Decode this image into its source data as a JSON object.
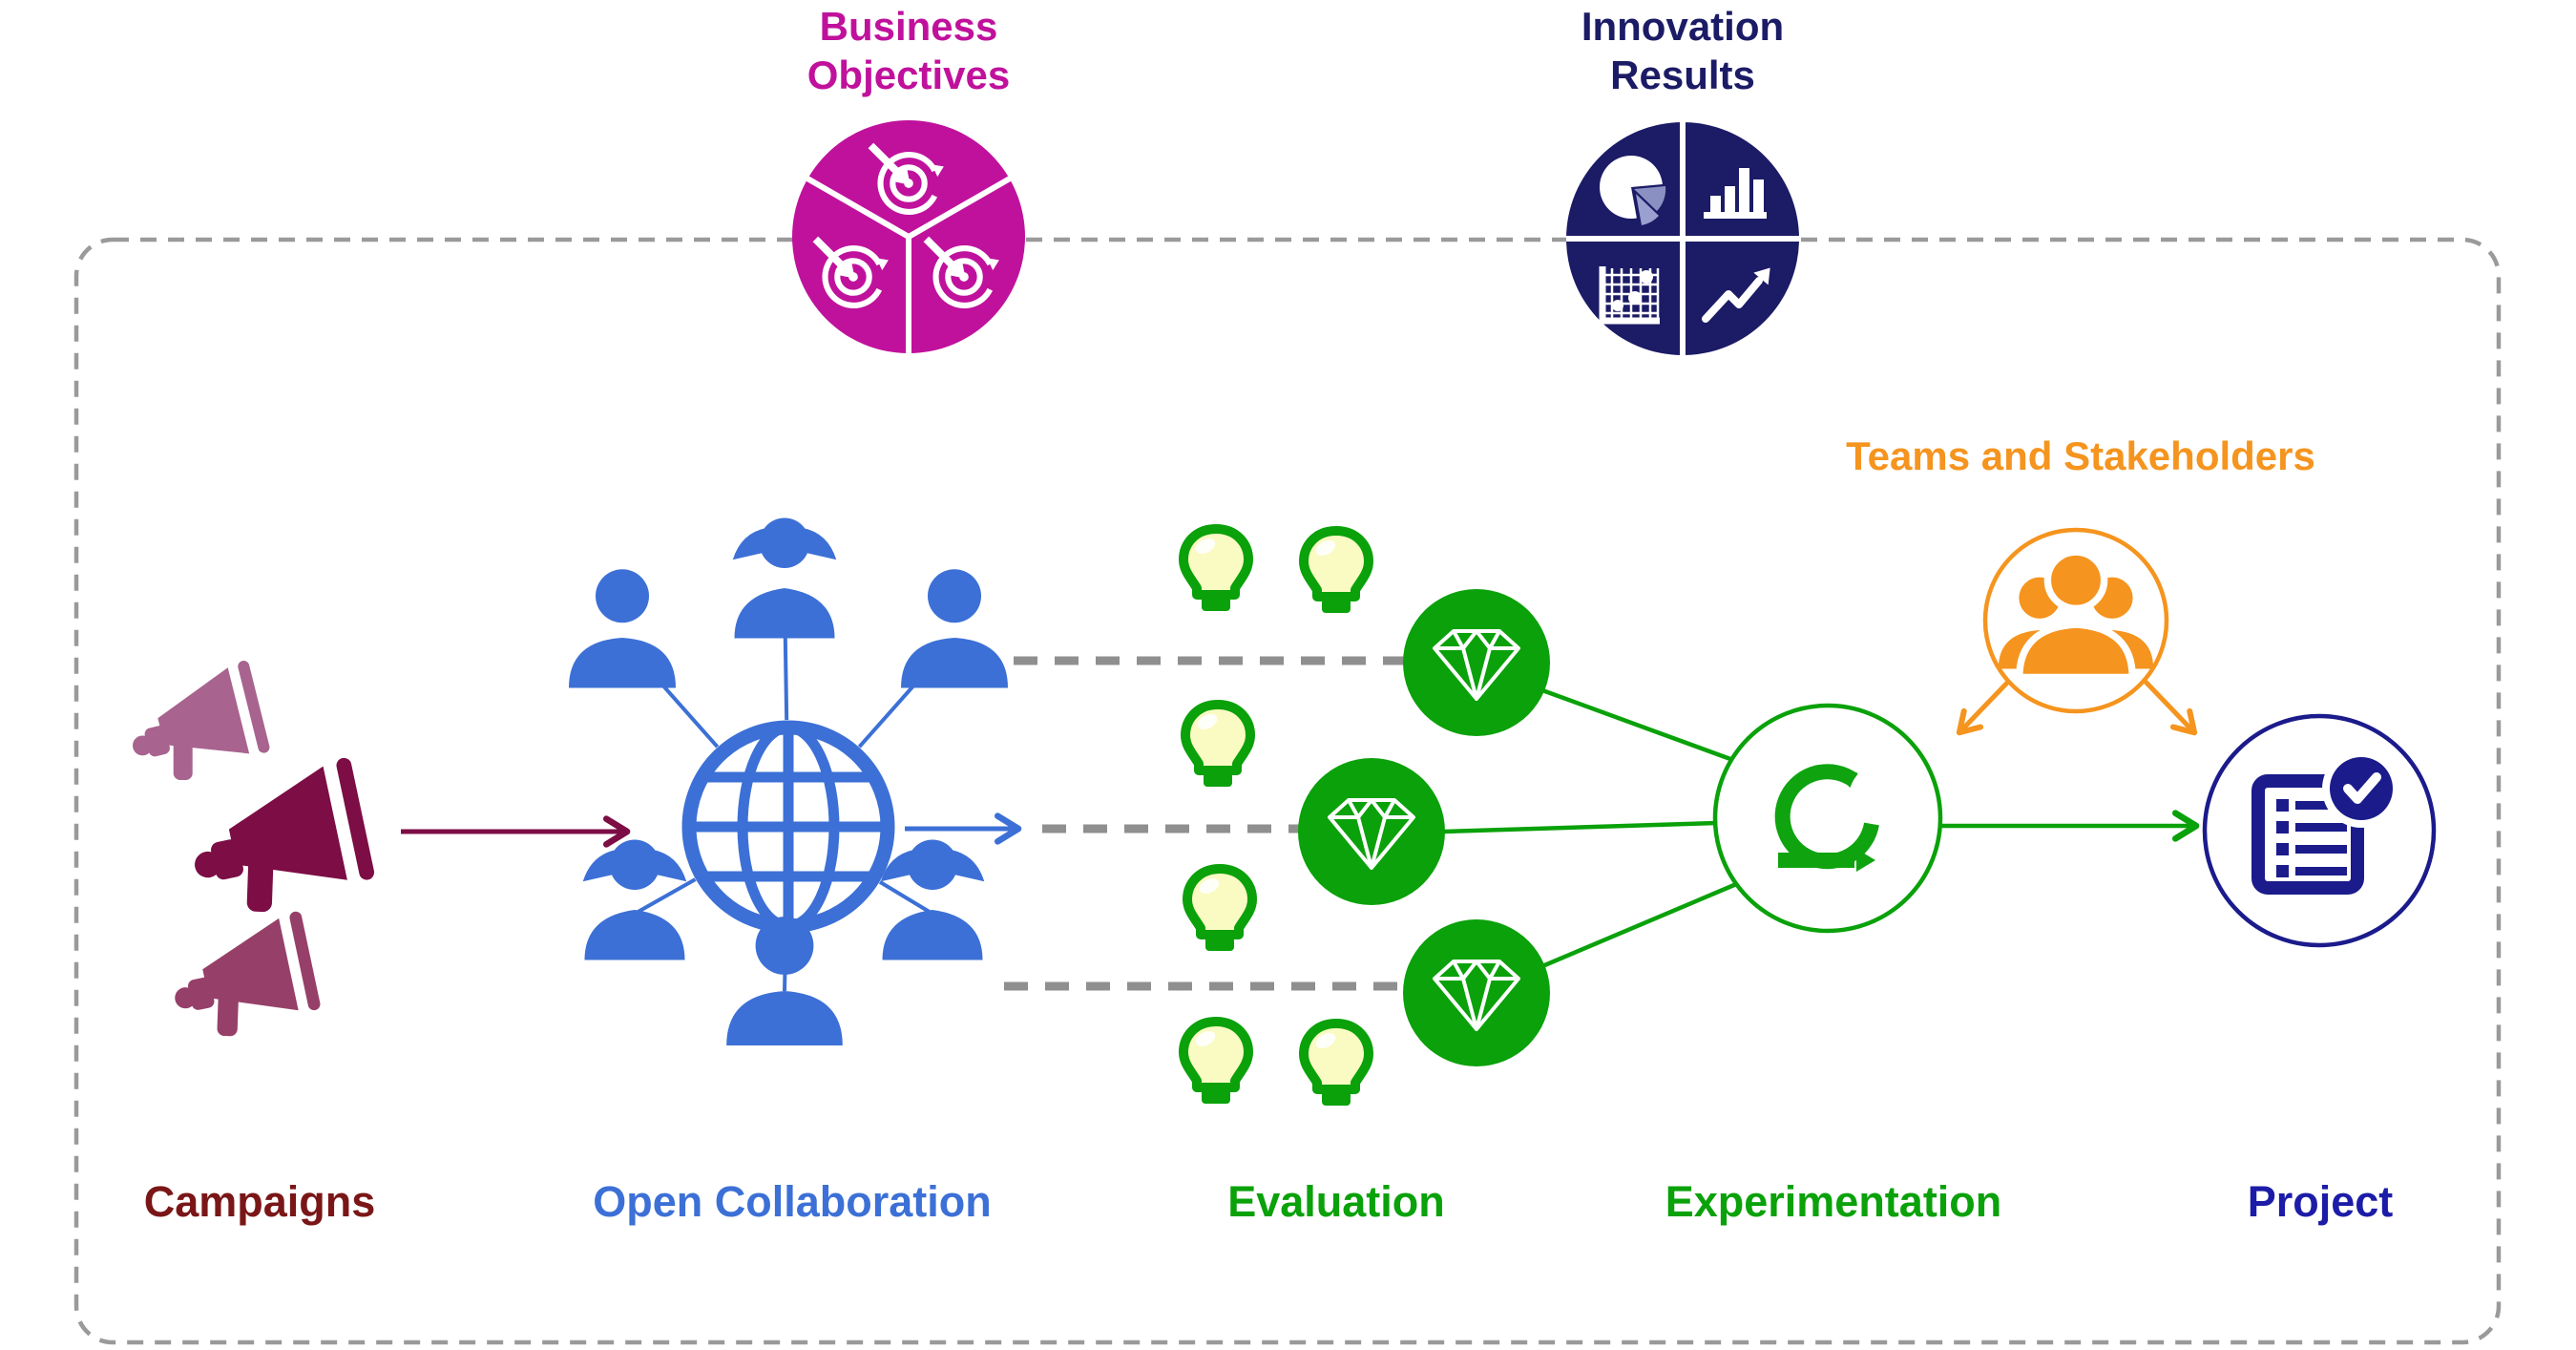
{
  "title": "Open innovation process diagram",
  "colors": {
    "magenta": "#c0119c",
    "navy": "#1b1b66",
    "navy_bright": "#1c1ca8",
    "blue": "#3c70d6",
    "green": "#0aa10a",
    "bulb_yellow": "#fafac3",
    "orange": "#f5941e",
    "wine": "#7c0d45",
    "mauve": "#a8638f",
    "plum": "#964069",
    "campaigns_red": "#7a1617",
    "dash_gray": "#9a9a9a"
  },
  "top_nodes": [
    {
      "label": "Business Objectives",
      "icon": "targets-circle-icon",
      "color": "#c0119c"
    },
    {
      "label": "Innovation Results",
      "icon": "analytics-circle-icon",
      "color": "#1b1b66"
    }
  ],
  "stages": [
    {
      "label": "Campaigns",
      "icon": "megaphone-icon",
      "color": "#7a1617",
      "megaphone_count": 3
    },
    {
      "label": "Open Collaboration",
      "icon": "globe-network-icon",
      "color": "#3c70d6",
      "people_count": 6
    },
    {
      "label": "Evaluation",
      "icon": "idea-bulb-and-gem-icons",
      "color": "#0aa10a",
      "bulb_count": 6,
      "gem_count": 3
    },
    {
      "label": "Experimentation",
      "icon": "agile-sprint-loop-icon",
      "color": "#0aa10a"
    },
    {
      "label": "Project",
      "icon": "checklist-check-icon",
      "color": "#1c1ca8"
    }
  ],
  "annotations": [
    {
      "label": "Teams and Stakeholders",
      "icon": "people-group-icon",
      "color": "#f5941e"
    }
  ]
}
